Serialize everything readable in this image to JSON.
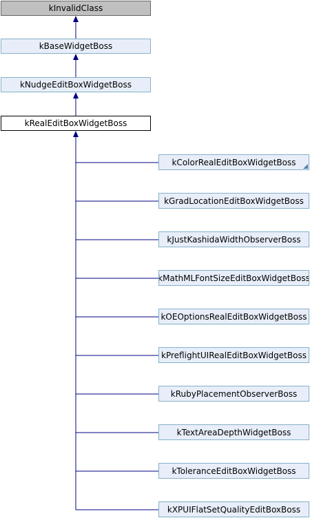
{
  "diagram": {
    "ancestors": [
      {
        "label": "kInvalidClass",
        "style": "gray"
      },
      {
        "label": "kBaseWidgetBoss",
        "style": "normal"
      },
      {
        "label": "kNudgeEditBoxWidgetBoss",
        "style": "normal"
      }
    ],
    "current": {
      "label": "kRealEditBoxWidgetBoss"
    },
    "children": [
      {
        "label": "kColorRealEditBoxWidgetBoss",
        "truncated": true
      },
      {
        "label": "kGradLocationEditBoxWidgetBoss"
      },
      {
        "label": "kJustKashidaWidthObserverBoss"
      },
      {
        "label": "kMathMLFontSizeEditBoxWidgetBoss"
      },
      {
        "label": "kOEOptionsRealEditBoxWidgetBoss"
      },
      {
        "label": "kPreflightUIRealEditBoxWidgetBoss"
      },
      {
        "label": "kRubyPlacementObserverBoss"
      },
      {
        "label": "kTextAreaDepthWidgetBoss"
      },
      {
        "label": "kToleranceEditBoxWidgetBoss"
      },
      {
        "label": "kXPUIFlatSetQualityEditBoxBoss"
      }
    ],
    "colors": {
      "edge": "#000080",
      "node_fill": "#e8eef9",
      "node_border": "#84b0c7",
      "root_fill": "#c0c0c0",
      "current_border": "#000000"
    }
  }
}
